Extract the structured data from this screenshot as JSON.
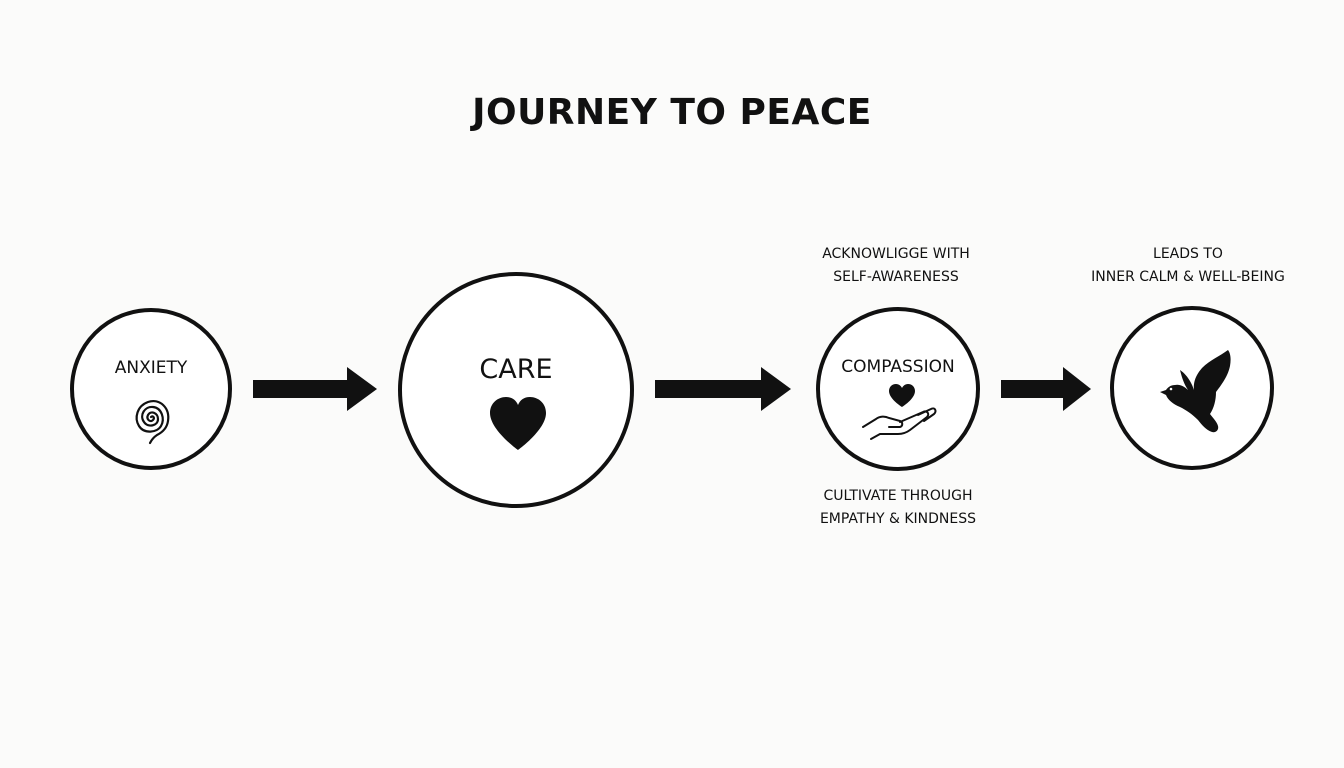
{
  "title": "JOURNEY TO PEACE",
  "colors": {
    "ink": "#111111",
    "background": "#fbfbfa"
  },
  "stages": [
    {
      "label": "ANXIETY",
      "icon": "spiral-icon"
    },
    {
      "label": "CARE",
      "icon": "heart-icon"
    },
    {
      "label": "COMPASSION",
      "icon": "hand-holding-heart-icon"
    },
    {
      "label": "",
      "icon": "dove-icon"
    }
  ],
  "annotations": {
    "compassion_above": [
      "ACKNOWLIGGE WITH",
      "SELF-AWARENESS"
    ],
    "compassion_below": [
      "CULTIVATE THROUGH",
      "EMPATHY & KINDNESS"
    ],
    "peace_above": [
      "LEADS TO",
      "INNER CALM & WELL-BEING"
    ]
  },
  "connectors": [
    "arrow-right-icon",
    "arrow-right-icon",
    "arrow-right-icon"
  ]
}
